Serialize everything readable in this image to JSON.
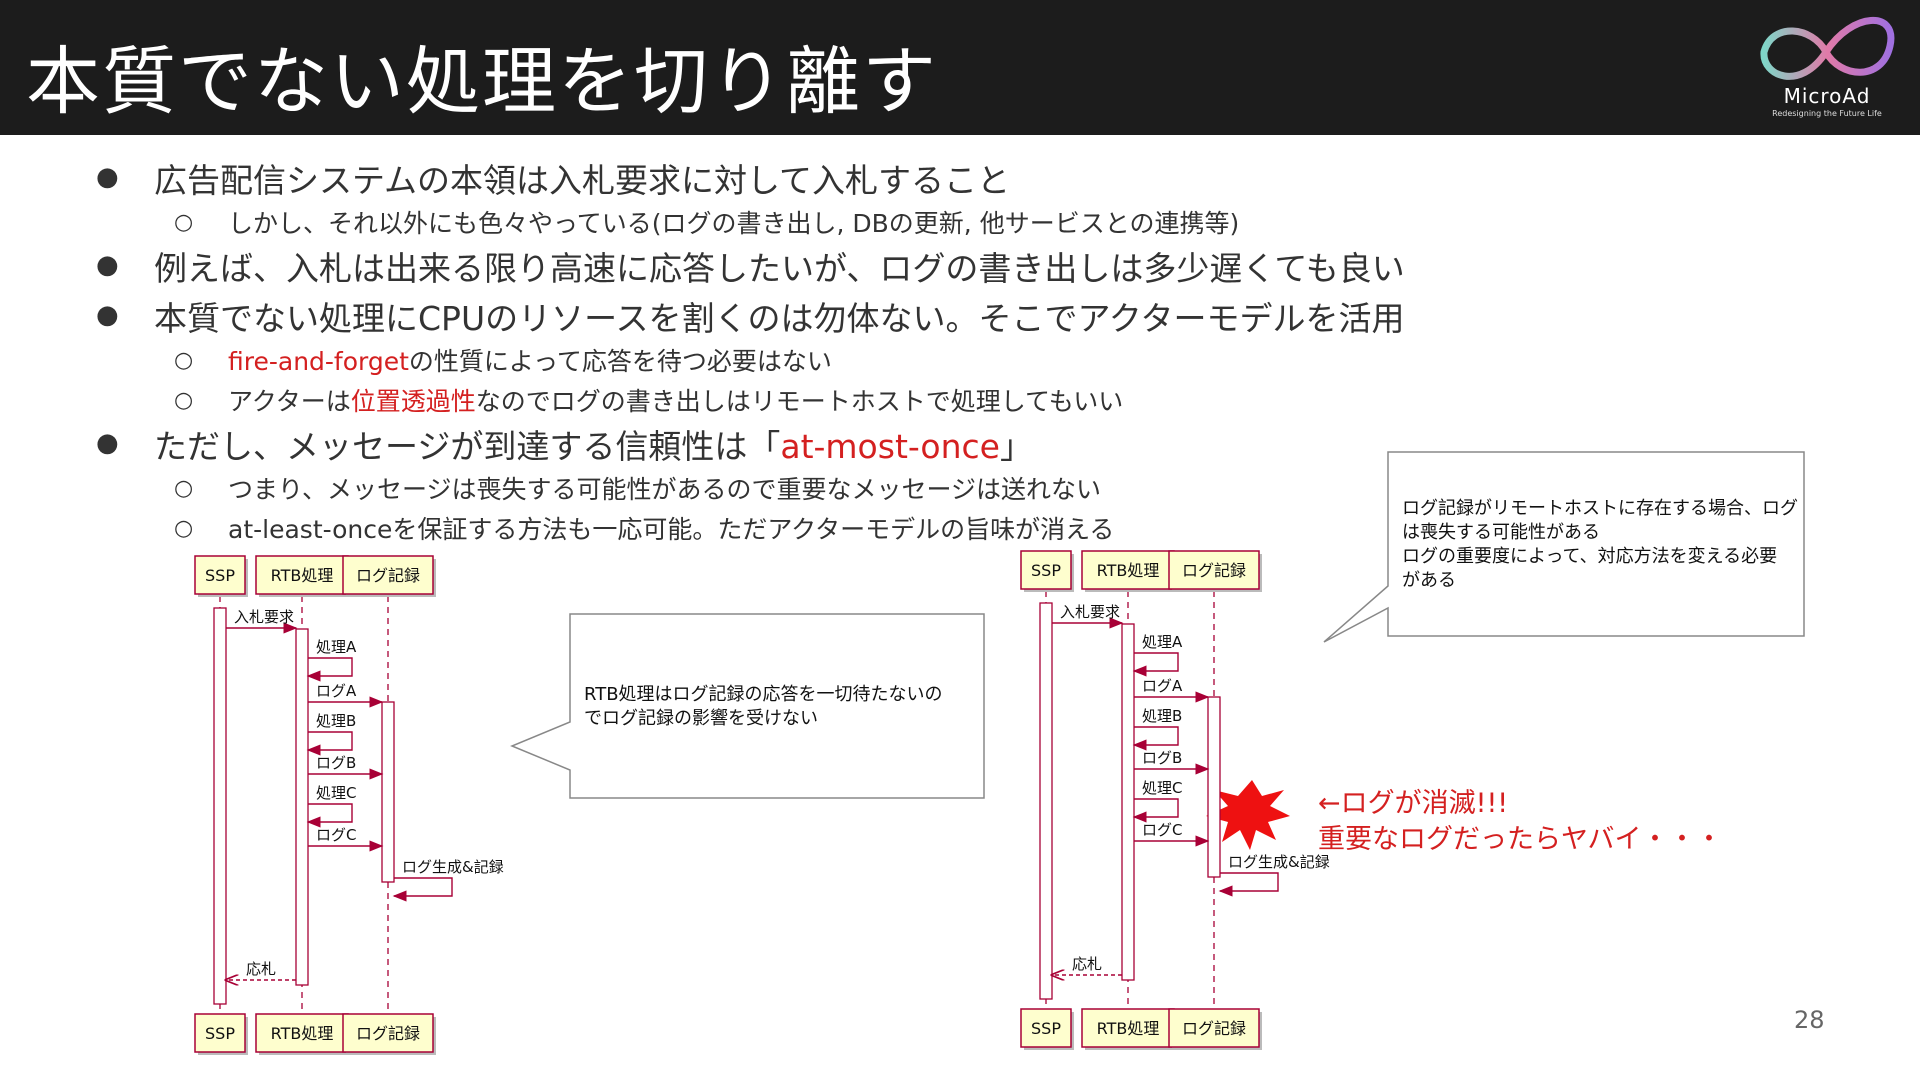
{
  "slide": {
    "title": "本質でない処理を切り離す",
    "page_number": "28"
  },
  "logo": {
    "name": "MicroAd",
    "tagline": "Redesigning the Future Life"
  },
  "bullets": {
    "b1": "広告配信システムの本領は入札要求に対して入札すること",
    "b1_sub1": "しかし、それ以外にも色々やっている(ログの書き出し, DBの更新, 他サービスとの連携等)",
    "b2": "例えば、入札は出来る限り高速に応答したいが、ログの書き出しは多少遅くても良い",
    "b3": "本質でない処理にCPUのリソースを割くのは勿体ない。そこでアクターモデルを活用",
    "b3_sub1_red": "fire-and-forget",
    "b3_sub1_rest": "の性質によって応答を待つ必要はない",
    "b3_sub2_pre": "アクターは",
    "b3_sub2_red": "位置透過性",
    "b3_sub2_post": "なのでログの書き出しはリモートホストで処理してもいい",
    "b4_pre": "ただし、メッセージが到達する信頼性は「",
    "b4_red": "at-most-once",
    "b4_post": "」",
    "b4_sub1": "つまり、メッセージは喪失する可能性があるので重要なメッセージは送れない",
    "b4_sub2": "at-least-onceを保証する方法も一応可能。ただアクターモデルの旨味が消える"
  },
  "diagram": {
    "participants": [
      "SSP",
      "RTB処理",
      "ログ記録"
    ],
    "messages": [
      "入札要求",
      "処理A",
      "ログA",
      "処理B",
      "ログB",
      "処理C",
      "ログC",
      "ログ生成&記録",
      "応札"
    ],
    "left_note": [
      "RTB処理はログ記録の応答を一切待たないの",
      "でログ記録の影響を受けない"
    ],
    "right_note": [
      "ログ記録がリモートホストに存在する場合、ログ",
      "は喪失する可能性がある",
      "ログの重要度によって、対応方法を変える必要",
      "がある"
    ],
    "alert": [
      "←ログが消滅!!!",
      "重要なログだったらヤバイ・・・"
    ]
  },
  "colors": {
    "header_bg": "#1c1c1c",
    "accent_red": "#d42020",
    "arrow": "#a80036",
    "lifeline_box_fill": "#fefece"
  }
}
